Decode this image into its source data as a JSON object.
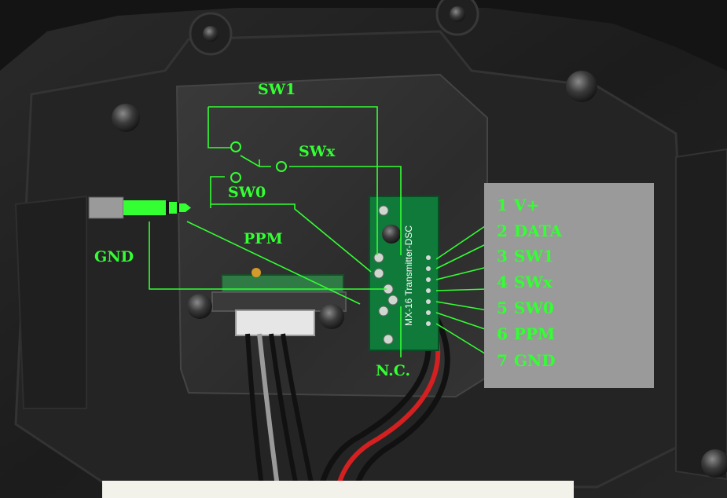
{
  "colors": {
    "annotation": "#33ff33",
    "pcb_green": "#0f7a3a",
    "legend_box": "#9a9a9a",
    "plastic_dark": "#202020",
    "wire_red": "#d42020",
    "plug_grey": "#9a9a9a"
  },
  "pcb": {
    "silkscreen": "MX-16 Transmitter-DSC"
  },
  "labels": {
    "sw1": "SW1",
    "swx": "SWx",
    "sw0": "SW0",
    "ppm": "PPM",
    "gnd": "GND",
    "nc": "N.C."
  },
  "pinout": [
    {
      "num": "1",
      "name": "V+"
    },
    {
      "num": "2",
      "name": "DATA"
    },
    {
      "num": "3",
      "name": "SW1"
    },
    {
      "num": "4",
      "name": "SWx"
    },
    {
      "num": "5",
      "name": "SW0"
    },
    {
      "num": "6",
      "name": "PPM"
    },
    {
      "num": "7",
      "name": "GND"
    }
  ]
}
